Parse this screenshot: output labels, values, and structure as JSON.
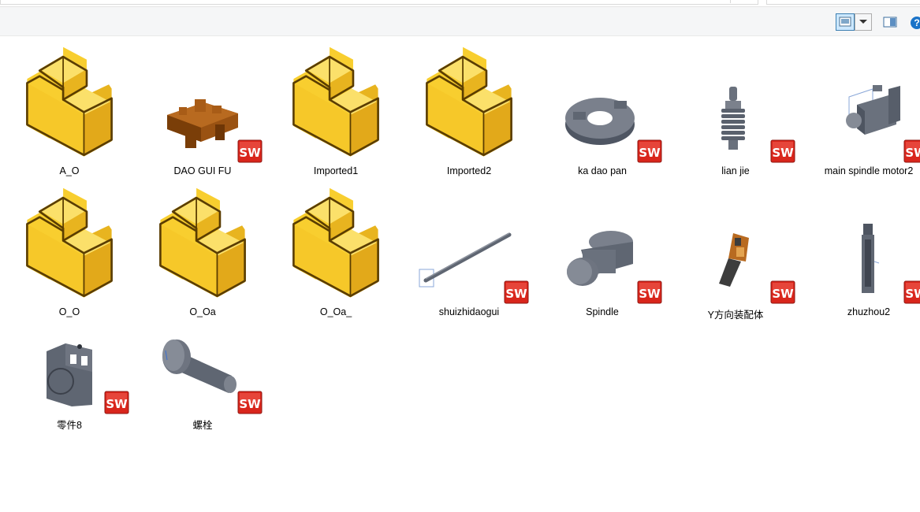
{
  "toolbar": {
    "view_button_icon": "large-icons-view-icon",
    "view_dropdown_icon": "chevron-down-icon",
    "preview_pane_icon": "preview-pane-icon",
    "help_label": "?"
  },
  "items": [
    {
      "name": "A_O",
      "type": "folder-cube"
    },
    {
      "name": "DAO GUI FU",
      "type": "solidworks-part"
    },
    {
      "name": "Imported1",
      "type": "folder-cube"
    },
    {
      "name": "Imported2",
      "type": "folder-cube"
    },
    {
      "name": "ka dao pan",
      "type": "solidworks-part"
    },
    {
      "name": "lian jie",
      "type": "solidworks-part"
    },
    {
      "name": "main spindle motor2",
      "type": "solidworks-part"
    },
    {
      "name": "O_O",
      "type": "folder-cube"
    },
    {
      "name": "O_Oa",
      "type": "folder-cube"
    },
    {
      "name": "O_Oa_",
      "type": "folder-cube"
    },
    {
      "name": "shuizhidaogui",
      "type": "solidworks-part"
    },
    {
      "name": "Spindle",
      "type": "solidworks-part"
    },
    {
      "name": "Y方向装配体",
      "type": "solidworks-assembly"
    },
    {
      "name": "zhuzhou2",
      "type": "solidworks-part"
    },
    {
      "name": "零件8",
      "type": "solidworks-part"
    },
    {
      "name": "螺栓",
      "type": "solidworks-part"
    }
  ],
  "badge_text": "SW",
  "colors": {
    "folder_yellow": "#f8ce2f",
    "folder_outline": "#5a3d00",
    "part_gray": "#5f6775",
    "part_brown": "#8b4a0e",
    "sw_red": "#d9261c",
    "selected_view_bg": "#cce8ff"
  }
}
